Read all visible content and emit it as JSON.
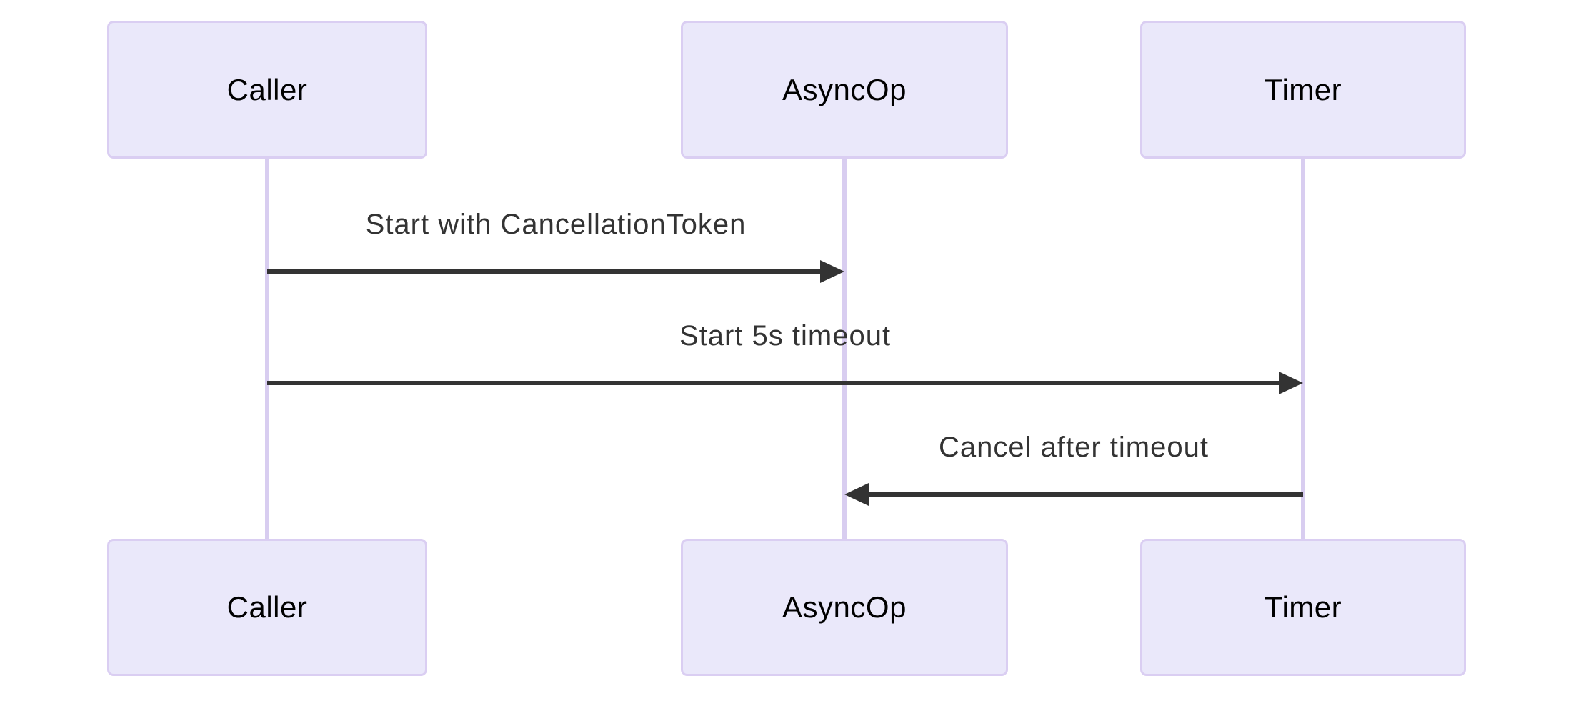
{
  "diagram": {
    "type": "sequence",
    "actors": [
      {
        "id": "caller",
        "label": "Caller"
      },
      {
        "id": "asyncop",
        "label": "AsyncOp"
      },
      {
        "id": "timer",
        "label": "Timer"
      }
    ],
    "messages": [
      {
        "from": "Caller",
        "to": "AsyncOp",
        "label": "Start with CancellationToken",
        "line": "solid",
        "arrowhead": "filled-right"
      },
      {
        "from": "Caller",
        "to": "Timer",
        "label": "Start 5s timeout",
        "line": "solid",
        "arrowhead": "filled-right"
      },
      {
        "from": "Timer",
        "to": "AsyncOp",
        "label": "Cancel after timeout",
        "line": "solid",
        "arrowhead": "filled-left"
      }
    ],
    "colors": {
      "background": "#FFFFFF",
      "actor_fill": "#EAE8FA",
      "actor_border": "#DACEF2",
      "lifeline": "#D8CDF0",
      "arrow": "#333333",
      "message_text": "#333333",
      "actor_text": "#000000"
    }
  }
}
